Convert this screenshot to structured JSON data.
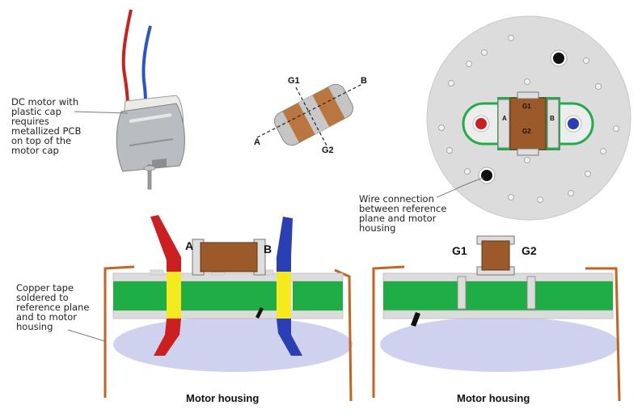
{
  "labels": {
    "dc_motor_note": "DC motor with\nplastic cap\nrequires\nmetallized PCB\non top of the\nmotor cap",
    "copper_tape_note": "Copper tape\nsoldered to\nreference plane\nand to motor\nhousing",
    "wire_connection_note": "Wire connection\nbetween reference\nplane and motor\nhousing"
  },
  "capacitor_terminals": {
    "a": "A",
    "b": "B",
    "g1": "G1",
    "g2": "G2"
  },
  "captions": {
    "left": "Motor housing",
    "right": "Motor housing"
  },
  "colors": {
    "pcb_green": "#1fae45",
    "pcb_grey": "#dcdcdc",
    "copper_tape": "#c8621e",
    "component_brown": "#9c5a2a",
    "wire_red": "#cc1f1f",
    "wire_blue": "#2a3fb3",
    "via_yellow": "#f4ea1e",
    "housing_lavender": "#cfd2ee"
  }
}
